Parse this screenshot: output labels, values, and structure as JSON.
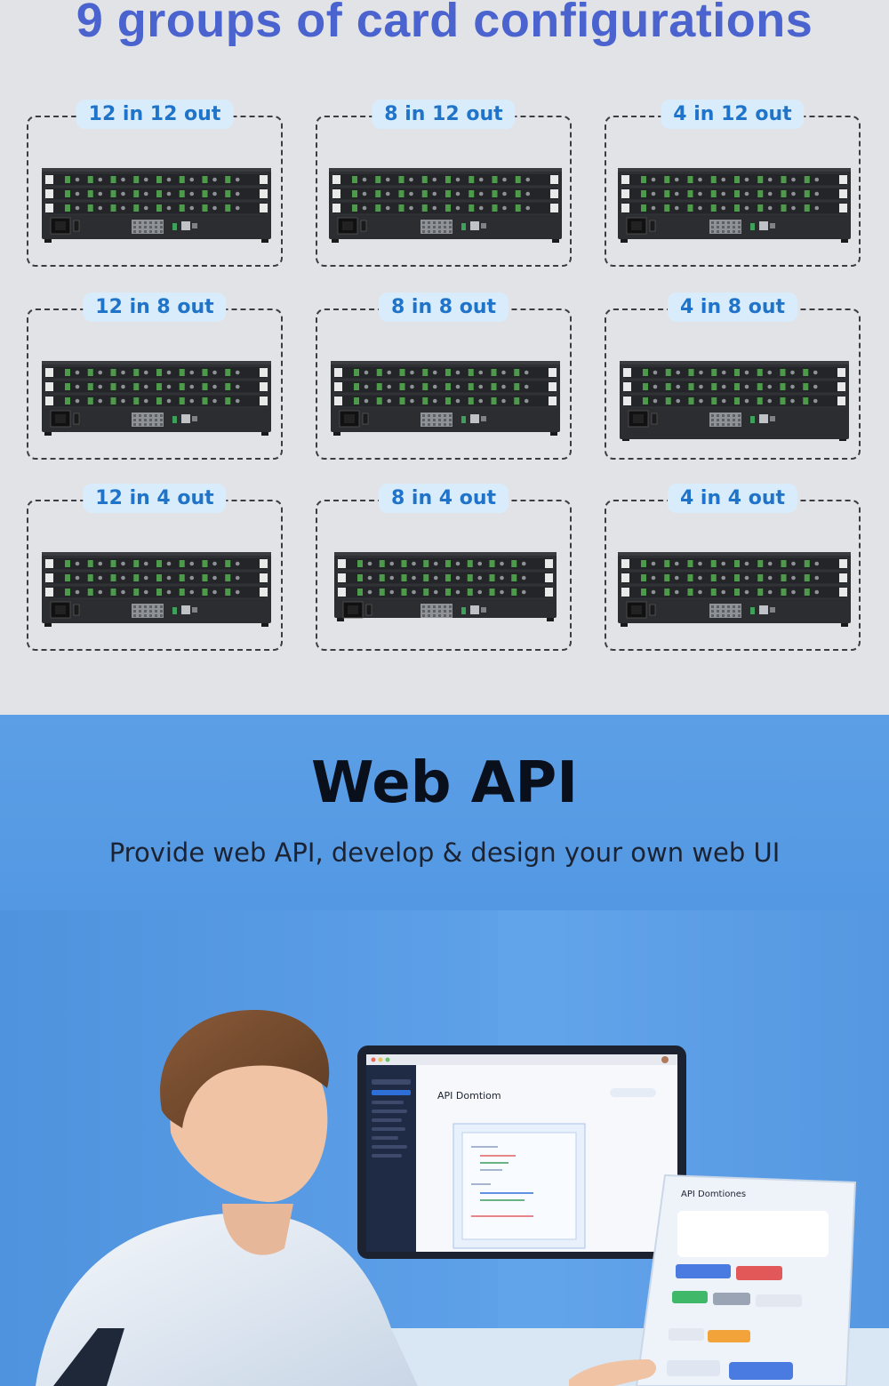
{
  "header": {
    "title": "9 groups of card configurations"
  },
  "configurations": [
    {
      "label": "12 in 12 out",
      "rows": 3,
      "width": 258,
      "height": 80
    },
    {
      "label": "8 in 12 out",
      "rows": 3,
      "width": 262,
      "height": 80
    },
    {
      "label": "4 in 12 out",
      "rows": 3,
      "width": 262,
      "height": 80
    },
    {
      "label": "12 in 8 out",
      "rows": 3,
      "width": 258,
      "height": 80
    },
    {
      "label": "8 in 8 out",
      "rows": 3,
      "width": 258,
      "height": 80
    },
    {
      "label": "4 in 8 out",
      "rows": 3,
      "width": 258,
      "height": 88
    },
    {
      "label": "12 in 4 out",
      "rows": 3,
      "width": 258,
      "height": 80
    },
    {
      "label": "8 in 4 out",
      "rows": 3,
      "width": 250,
      "height": 74
    },
    {
      "label": "4 in 4 out",
      "rows": 3,
      "width": 262,
      "height": 80
    }
  ],
  "web_api": {
    "title": "Web API",
    "subtitle": "Provide web API, develop & design your own web UI",
    "monitor_window_title": "API Domtiom",
    "tablet_title": "API Domtiones"
  },
  "colors": {
    "title": "#4a63cf",
    "pill_bg": "#d8ecfb",
    "pill_text": "#1f74c9",
    "top_bg": "#e2e3e7",
    "bottom_bg": "#5297e3"
  }
}
